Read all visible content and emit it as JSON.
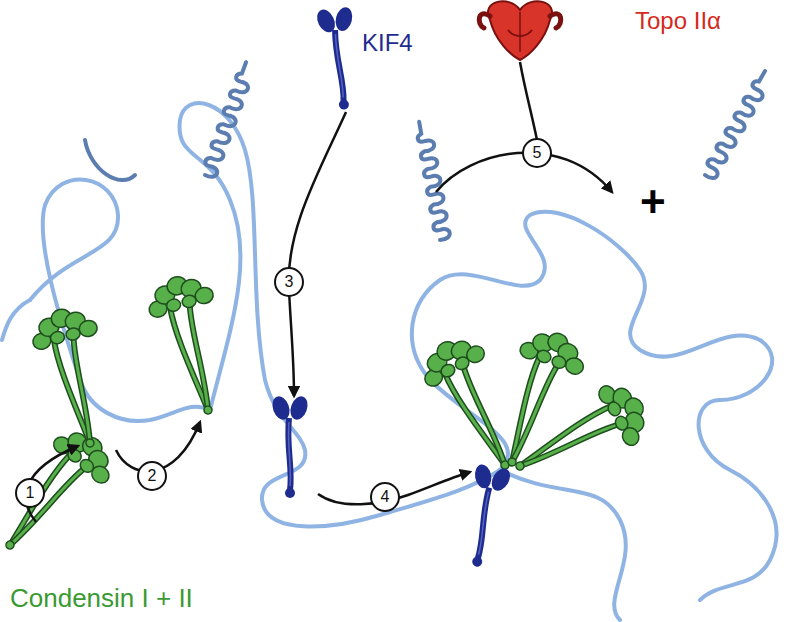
{
  "diagram": {
    "nodes": [
      {
        "text": [
          "1"
        ]
      },
      {
        "text": [
          "2"
        ]
      },
      {
        "text": [
          "3"
        ]
      },
      {
        "text": [
          "4"
        ]
      },
      {
        "text": [
          "5"
        ]
      }
    ],
    "labels": [
      "Topo IIα",
      "KIF4",
      "Condensin I + II",
      "+"
    ]
  }
}
